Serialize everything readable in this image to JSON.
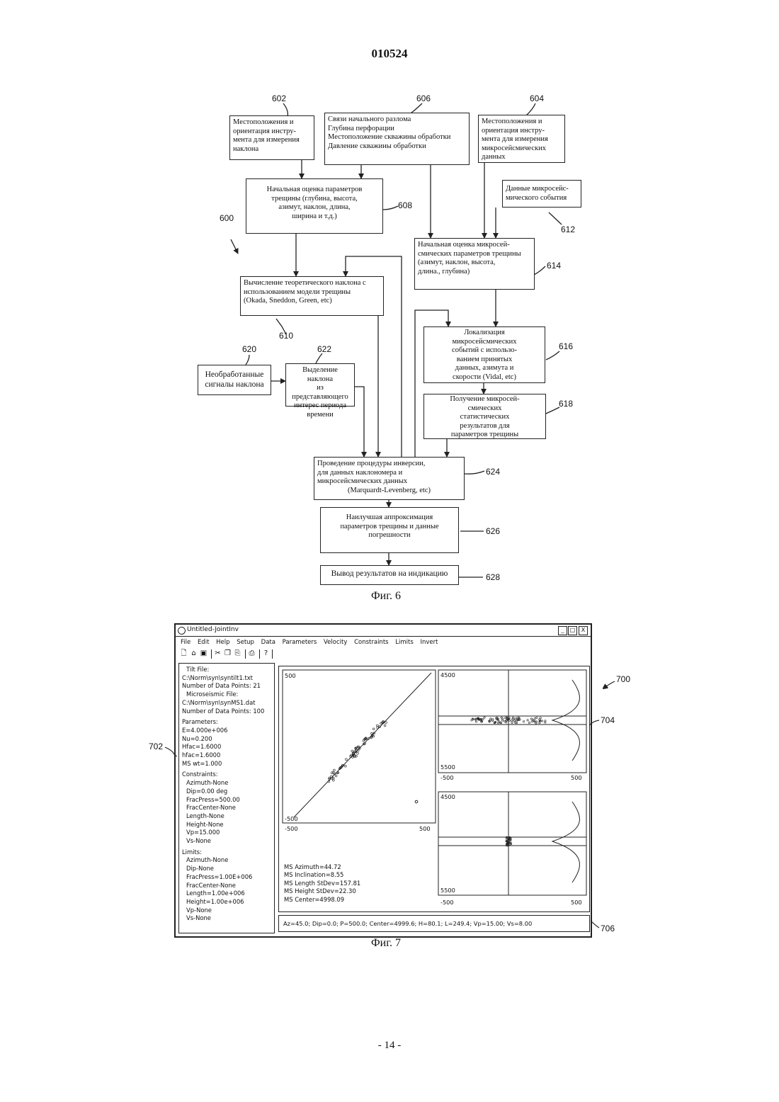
{
  "document_number": "010524",
  "page_number": "- 14 -",
  "fig6": {
    "caption": "Фиг. 6",
    "label_600": "600",
    "boxes": {
      "b602": {
        "ref": "602",
        "lines": [
          "Местоположения и",
          "ориентация инстру-",
          "мента для измерения",
          "наклона"
        ]
      },
      "b606": {
        "ref": "606",
        "lines": [
          "Связи начального разлома",
          "Глубина перфорации",
          "Местоположение скважины обработки",
          "Давление скважины обработки"
        ]
      },
      "b604": {
        "ref": "604",
        "lines": [
          "Местоположения и",
          "ориентация инстру-",
          "мента для измерения",
          "микросейсмических",
          "данных"
        ]
      },
      "b608": {
        "ref": "608",
        "lines": [
          "Начальная оценка параметров",
          "трещины (глубина, высота,",
          "азимут, наклон, длина,",
          "ширина и т.д.)"
        ]
      },
      "b612": {
        "ref": "612",
        "lines": [
          "Данные микросейс-",
          "мического события"
        ]
      },
      "b614": {
        "ref": "614",
        "lines": [
          "Начальная оценка микросей-",
          "смических параметров трещины",
          "(азимут, наклон, высота,",
          "длина., глубина)"
        ]
      },
      "b610": {
        "ref": "610",
        "lines": [
          "Вычисление теоретического наклона с",
          "использованием модели трещины",
          "(Okada, Sneddon, Green, etc)"
        ]
      },
      "b616": {
        "ref": "616",
        "lines": [
          "Локализация",
          "микросейсмических",
          "событий с использо-",
          "ванием принятых",
          "данных, азимута и",
          "скорости (Vidal, etc)"
        ]
      },
      "b620": {
        "ref": "620",
        "lines": [
          "Необработанные",
          "сигналы наклона"
        ]
      },
      "b622": {
        "ref": "622",
        "lines": [
          "Выделение наклона",
          "из представляющего",
          "интерес периода",
          "времени"
        ]
      },
      "b618": {
        "ref": "618",
        "lines": [
          "Получение микросей-",
          "смических",
          "статистических",
          "результатов для",
          "параметров трещины"
        ]
      },
      "b624": {
        "ref": "624",
        "lines": [
          "Проведение процедуры инверсии,",
          "для данных наклономера и",
          "микросейсмических данных",
          "(Marquardt-Levenberg, etc)"
        ]
      },
      "b626": {
        "ref": "626",
        "lines": [
          "Наилучшая аппроксимация",
          "параметров трещины и данные",
          "погрешности"
        ]
      },
      "b628": {
        "ref": "628",
        "lines": [
          "Вывод результатов на индикацию"
        ]
      }
    }
  },
  "fig7": {
    "caption": "Фиг. 7",
    "refs": {
      "r700": "700",
      "r702": "702",
      "r704": "704",
      "r706": "706"
    },
    "window": {
      "title": "Untitled-JointInv",
      "buttons": {
        "minimize": "_",
        "maximize": "□",
        "close": "X"
      },
      "menu": [
        "File",
        "Edit",
        "Help",
        "Setup",
        "Data",
        "Parameters",
        "Velocity",
        "Constraints",
        "Limits",
        "Invert"
      ],
      "toolbar_icons": [
        "new-file-icon",
        "open-folder-icon",
        "save-icon",
        "cut-icon",
        "copy-icon",
        "paste-icon",
        "print-icon",
        "help-icon"
      ],
      "left_panel": {
        "tilt_file_label": "Tilt File:",
        "tilt_file_path": "C:\\Norm\\syn\\syntilt1.txt",
        "tilt_points": "Number of Data Points: 21",
        "micro_file_label": "Microseismic File:",
        "micro_file_path": "C:\\Norm\\syn\\synMS1.dat",
        "micro_points": "Number of Data Points: 100",
        "parameters_label": "Parameters:",
        "parameters": [
          "E=4.000e+006",
          "Nu=0.200",
          "Hfac=1.6000",
          "hfac=1.6000",
          "MS wt=1.000"
        ],
        "constraints_label": "Constraints:",
        "constraints": [
          "Azimuth-None",
          "Dip=0.00 deg",
          "FracPress=500.00",
          "FracCenter-None",
          "Length-None",
          "Height-None",
          "Vp=15.000",
          "Vs-None"
        ],
        "limits_label": "Limits:",
        "limits": [
          "Azimuth-None",
          "Dip-None",
          "FracPress=1.00E+006",
          "FracCenter-None",
          "Length=1.00e+006",
          "Height=1.00e+006",
          "Vp-None",
          "Vs-None"
        ]
      },
      "plots": {
        "plan": {
          "ytop": "500",
          "ybottom": "-500",
          "xleft": "-500",
          "xright": "500"
        },
        "side_top": {
          "ytop": "4500",
          "ybottom": "5500",
          "xleft": "-500",
          "xright": "500"
        },
        "side_bottom": {
          "ytop": "4500",
          "ybottom": "5500",
          "xleft": "-500",
          "xright": "500"
        }
      },
      "ms_info": [
        "MS Azimuth=44.72",
        "MS Inclination=8.55",
        "MS Length StDev=157.81",
        "MS Height StDev=22.30",
        "MS Center=4998.09"
      ],
      "status": "Az=45.0; Dip=0.0; P=500.0; Center=4999.6; H=80.1; L=249.4; Vp=15.00; Vs=8.00"
    }
  }
}
